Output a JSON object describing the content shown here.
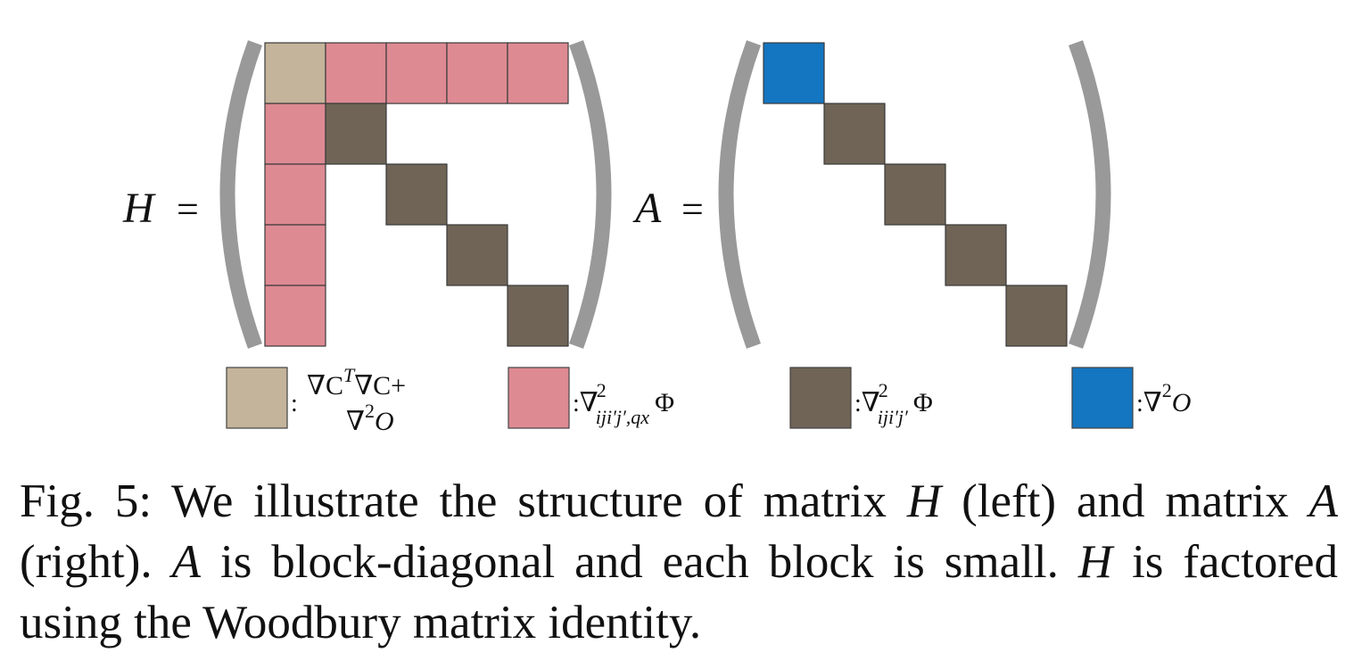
{
  "figure": {
    "matrices": [
      {
        "label": "H",
        "equals": "=",
        "size": 5,
        "cells": [
          [
            1,
            2,
            2,
            2,
            2
          ],
          [
            2,
            3,
            0,
            0,
            0
          ],
          [
            2,
            0,
            3,
            0,
            0
          ],
          [
            2,
            0,
            0,
            3,
            0
          ],
          [
            2,
            0,
            0,
            0,
            3
          ]
        ]
      },
      {
        "label": "A",
        "equals": "=",
        "size": 5,
        "cells": [
          [
            4,
            0,
            0,
            0,
            0
          ],
          [
            0,
            3,
            0,
            0,
            0
          ],
          [
            0,
            0,
            3,
            0,
            0
          ],
          [
            0,
            0,
            0,
            3,
            0
          ],
          [
            0,
            0,
            0,
            0,
            3
          ]
        ]
      }
    ],
    "block_colors": {
      "1": "#c4b49b",
      "2": "#de8a93",
      "3": "#6f6456",
      "4": "#1475c0"
    },
    "bracket_color": "#999999",
    "legend": [
      {
        "block": 1,
        "sep": ":",
        "line1": "∇C",
        "sup1": "T",
        "line1b": "∇C+",
        "line2": "∇",
        "sup2": "2",
        "line2b": "O"
      },
      {
        "block": 2,
        "sep": ":",
        "nabla": "∇",
        "sup": "2",
        "sub": "iji′j′,qx",
        "tail": "Φ"
      },
      {
        "block": 3,
        "sep": ":",
        "nabla": "∇",
        "sup": "2",
        "sub": "iji′j′",
        "tail": "Φ"
      },
      {
        "block": 4,
        "sep": ":",
        "nabla": "∇",
        "sup": "2",
        "tail": "O"
      }
    ]
  },
  "caption": {
    "p1": "Fig. 5: We illustrate the structure of matrix ",
    "v1": "H",
    "p2": " (left) and matrix ",
    "v2": "A",
    "p3": " (right). ",
    "v3": "A",
    "p4": " is block-diagonal and each block is small. ",
    "v4": "H",
    "p5": " is factored using the Woodbury matrix identity."
  }
}
